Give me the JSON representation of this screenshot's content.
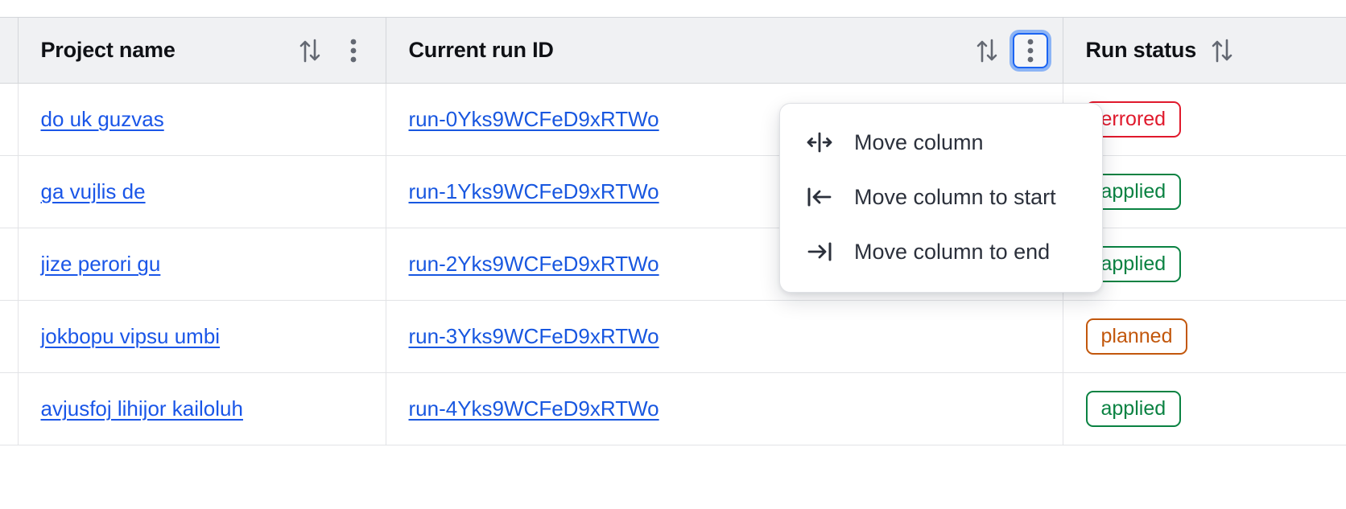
{
  "table": {
    "columns": [
      {
        "key": "select",
        "label": "",
        "sortable": false,
        "has_menu": false
      },
      {
        "key": "project_name",
        "label": "Project name",
        "sortable": true,
        "has_menu": true,
        "menu_focused": false
      },
      {
        "key": "current_run_id",
        "label": "Current run ID",
        "sortable": true,
        "has_menu": true,
        "menu_focused": true
      },
      {
        "key": "run_status",
        "label": "Run status",
        "sortable": true,
        "has_menu": false,
        "menu_focused": false
      }
    ],
    "rows": [
      {
        "project_name": "do uk guzvas",
        "current_run_id": "run-0Yks9WCFeD9xRTWo",
        "run_status": "errored"
      },
      {
        "project_name": "ga vujlis de",
        "current_run_id": "run-1Yks9WCFeD9xRTWo",
        "run_status": "applied"
      },
      {
        "project_name": "jize perori gu",
        "current_run_id": "run-2Yks9WCFeD9xRTWo",
        "run_status": "applied"
      },
      {
        "project_name": "jokbopu vipsu umbi",
        "current_run_id": "run-3Yks9WCFeD9xRTWo",
        "run_status": "planned"
      },
      {
        "project_name": "avjusfoj lihijor kailoluh",
        "current_run_id": "run-4Yks9WCFeD9xRTWo",
        "run_status": "applied"
      }
    ],
    "status_colors": {
      "errored": "#e0192c",
      "applied": "#0a8242",
      "planned": "#c2570c"
    }
  },
  "column_menu": {
    "open_for_column": "Current run ID",
    "items": [
      {
        "icon": "move-column-icon",
        "label": "Move column"
      },
      {
        "icon": "move-column-to-start-icon",
        "label": "Move column to start"
      },
      {
        "icon": "move-column-to-end-icon",
        "label": "Move column to end"
      }
    ]
  },
  "icons": {
    "sort": "sort-icon",
    "kebab": "kebab-menu-icon"
  },
  "theme": {
    "link_color": "#1a56e8",
    "header_bg": "#f0f1f3",
    "focus_ring": "#3b82f6",
    "border": "#e2e3e6"
  }
}
